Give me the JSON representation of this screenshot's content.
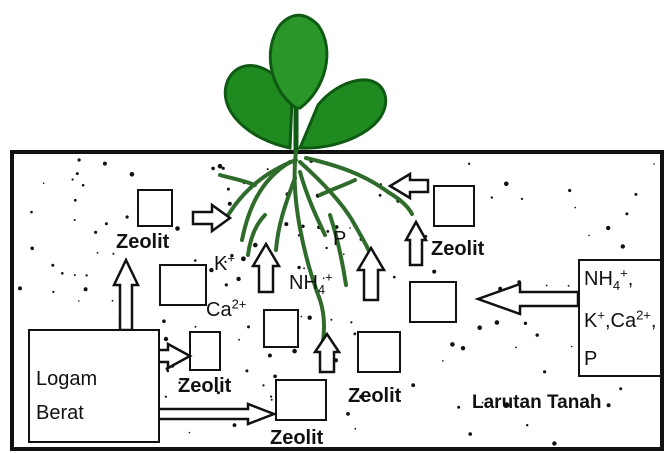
{
  "zeolit_label": "Zeolit",
  "ions": {
    "k_base": "K",
    "k_sup": "+",
    "p": "P",
    "ca_base": "Ca",
    "ca_sup": "2+",
    "nh_base": "NH",
    "nh_sub": "4",
    "nh_sup": "+"
  },
  "heavy_metal": {
    "line1": "Logam",
    "line2": "Berat"
  },
  "soil_solution": "Larutan Tanah",
  "nutrient_box": {
    "nh_base": "NH",
    "nh_sub": "4",
    "nh_sup": "+",
    "nh_comma": ",",
    "k_base": "K",
    "k_sup": "+",
    "sep": ",",
    "ca_base": "Ca",
    "ca_sup": "2+",
    "ca_comma": ",",
    "p": "P"
  },
  "colors": {
    "leaf": "#1f8a1f",
    "leaf_dark": "#0f5a12",
    "root": "#2f6b2a",
    "ink": "#111111"
  }
}
